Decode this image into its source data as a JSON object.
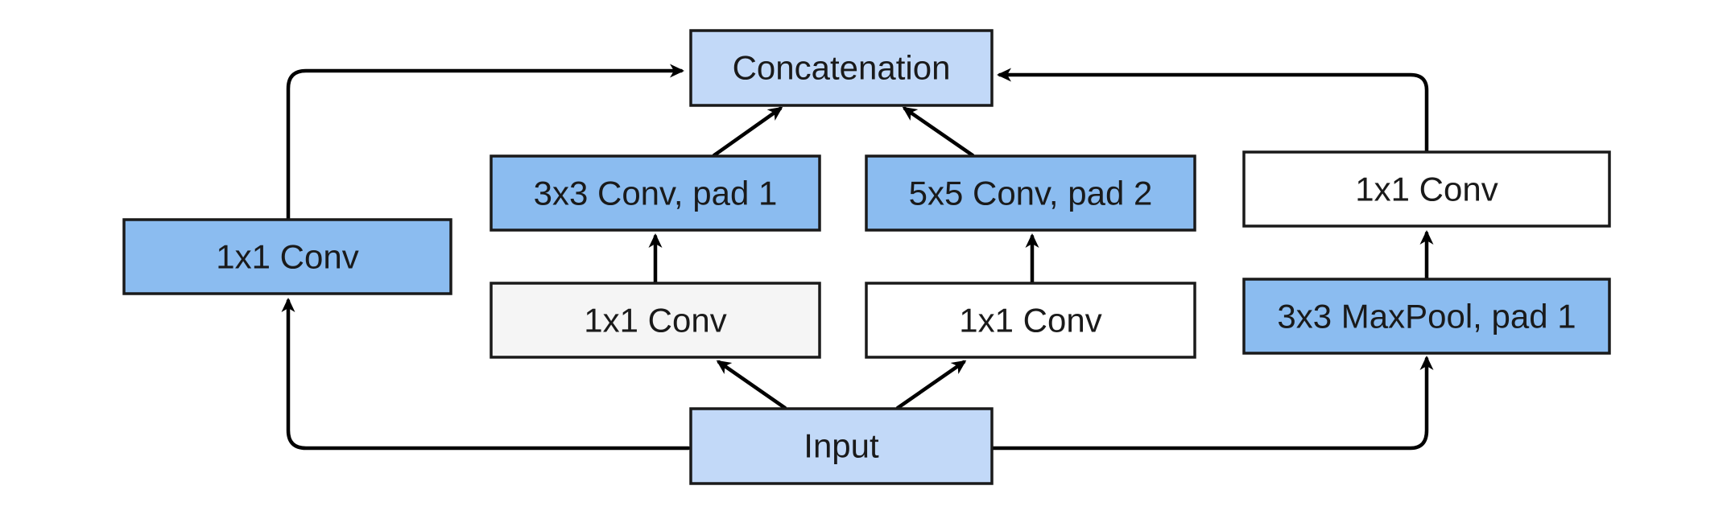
{
  "colors": {
    "fill_light": "#c2d9f8",
    "fill_blue": "#8bbcf0",
    "fill_white": "#ffffff",
    "fill_gray": "#f5f5f5",
    "stroke": "#1a1a1a",
    "arrow": "#000000"
  },
  "nodes": {
    "concat": {
      "label": "Concatenation",
      "fill": "light"
    },
    "input": {
      "label": "Input",
      "fill": "light"
    },
    "left_conv": {
      "label": "1x1 Conv",
      "fill": "blue"
    },
    "conv3x3": {
      "label": "3x3 Conv, pad 1",
      "fill": "blue"
    },
    "conv5x5": {
      "label": "5x5 Conv, pad 2",
      "fill": "blue"
    },
    "conv1x1_a": {
      "label": "1x1 Conv",
      "fill": "gray"
    },
    "conv1x1_b": {
      "label": "1x1 Conv",
      "fill": "white"
    },
    "pool_conv": {
      "label": "1x1 Conv",
      "fill": "white"
    },
    "maxpool": {
      "label": "3x3 MaxPool, pad 1",
      "fill": "blue"
    }
  },
  "edges": [
    {
      "id": "input-to-left-conv",
      "from": "input",
      "to": "left_conv"
    },
    {
      "id": "input-to-conv1x1-a",
      "from": "input",
      "to": "conv1x1_a"
    },
    {
      "id": "input-to-conv1x1-b",
      "from": "input",
      "to": "conv1x1_b"
    },
    {
      "id": "input-to-maxpool",
      "from": "input",
      "to": "maxpool"
    },
    {
      "id": "conv1x1-a-to-conv3x3",
      "from": "conv1x1_a",
      "to": "conv3x3"
    },
    {
      "id": "conv1x1-b-to-conv5x5",
      "from": "conv1x1_b",
      "to": "conv5x5"
    },
    {
      "id": "maxpool-to-pool-conv",
      "from": "maxpool",
      "to": "pool_conv"
    },
    {
      "id": "left-conv-to-concat",
      "from": "left_conv",
      "to": "concat"
    },
    {
      "id": "conv3x3-to-concat",
      "from": "conv3x3",
      "to": "concat"
    },
    {
      "id": "conv5x5-to-concat",
      "from": "conv5x5",
      "to": "concat"
    },
    {
      "id": "pool-conv-to-concat",
      "from": "pool_conv",
      "to": "concat"
    }
  ]
}
